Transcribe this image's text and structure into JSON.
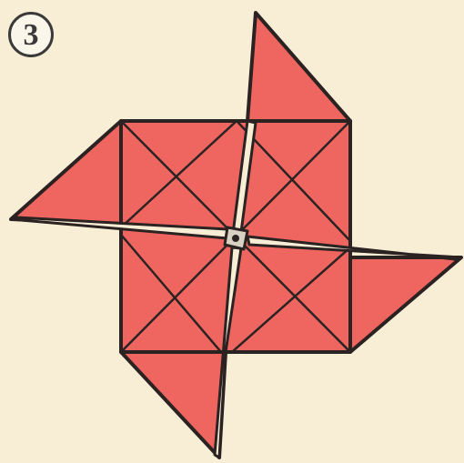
{
  "step": {
    "number": "3"
  },
  "colors": {
    "background": "#f8eed6",
    "paper": "#ef6660",
    "outline": "#2b2222",
    "center": "#d9d2c4"
  },
  "figure": {
    "subject": "paper-pinwheel",
    "blades": 4
  }
}
